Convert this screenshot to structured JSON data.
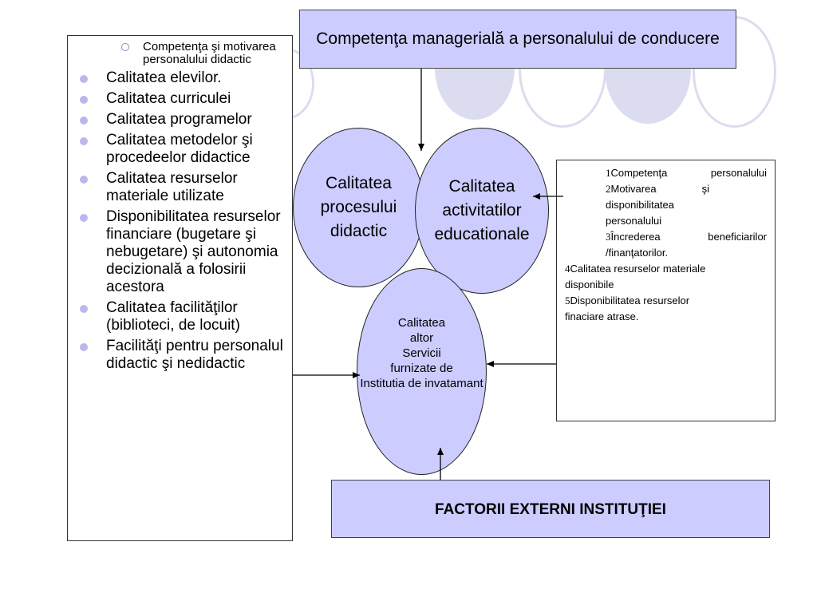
{
  "top": {
    "title": "Competenţa managerială a personalului de conducere"
  },
  "left_panel": {
    "sub_item": "Competenţa şi motivarea personalului didactic",
    "items": [
      "Calitatea elevilor.",
      "Calitatea curriculei",
      "Calitatea programelor",
      "Calitatea metodelor şi procedeelor didactice",
      "Calitatea resurselor materiale utilizate",
      "Disponibilitatea resurselor financiare (bugetare şi nebugetare) şi autonomia decizională a folosirii acestora",
      "Calitatea facilităţilor (biblioteci, de locuit)",
      "Facilităţi pentru personalul didactic şi nedidactic"
    ]
  },
  "ellipses": {
    "process": {
      "line1": "Calitatea",
      "line2": "procesului",
      "line3": "didactic"
    },
    "activities": {
      "line1": "Calitatea",
      "line2": "activitatilor",
      "line3": "educationale"
    },
    "services": {
      "line1": "Calitatea",
      "line2": "altor",
      "line3": "Servicii",
      "line4": "furnizate de",
      "line5": "Institutia de invatamant"
    }
  },
  "right_panel": {
    "n1": "1",
    "t1a": "Competenţa",
    "t1b": "personalului",
    "n2": "2",
    "t2a": "Motivarea",
    "t2b": "şi",
    "t2c": "disponibilitatea",
    "t2d": "personalului",
    "n3": "3",
    "t3a": "Încrederea",
    "t3b": "beneficiarilor",
    "t3c": "/finanţatorilor.",
    "n4": "4",
    "t4a": "Calitatea resurselor materiale",
    "t4b": "disponibile",
    "n5": "5",
    "t5a": "Disponibilitatea resurselor",
    "t5b": "finaciare atrase."
  },
  "bottom": {
    "title": "FACTORII EXTERNI INSTITUŢIEI"
  },
  "colors": {
    "fill": "#ccccff",
    "decor": "#dcdcf0",
    "bullet": "#b8b8ee"
  }
}
